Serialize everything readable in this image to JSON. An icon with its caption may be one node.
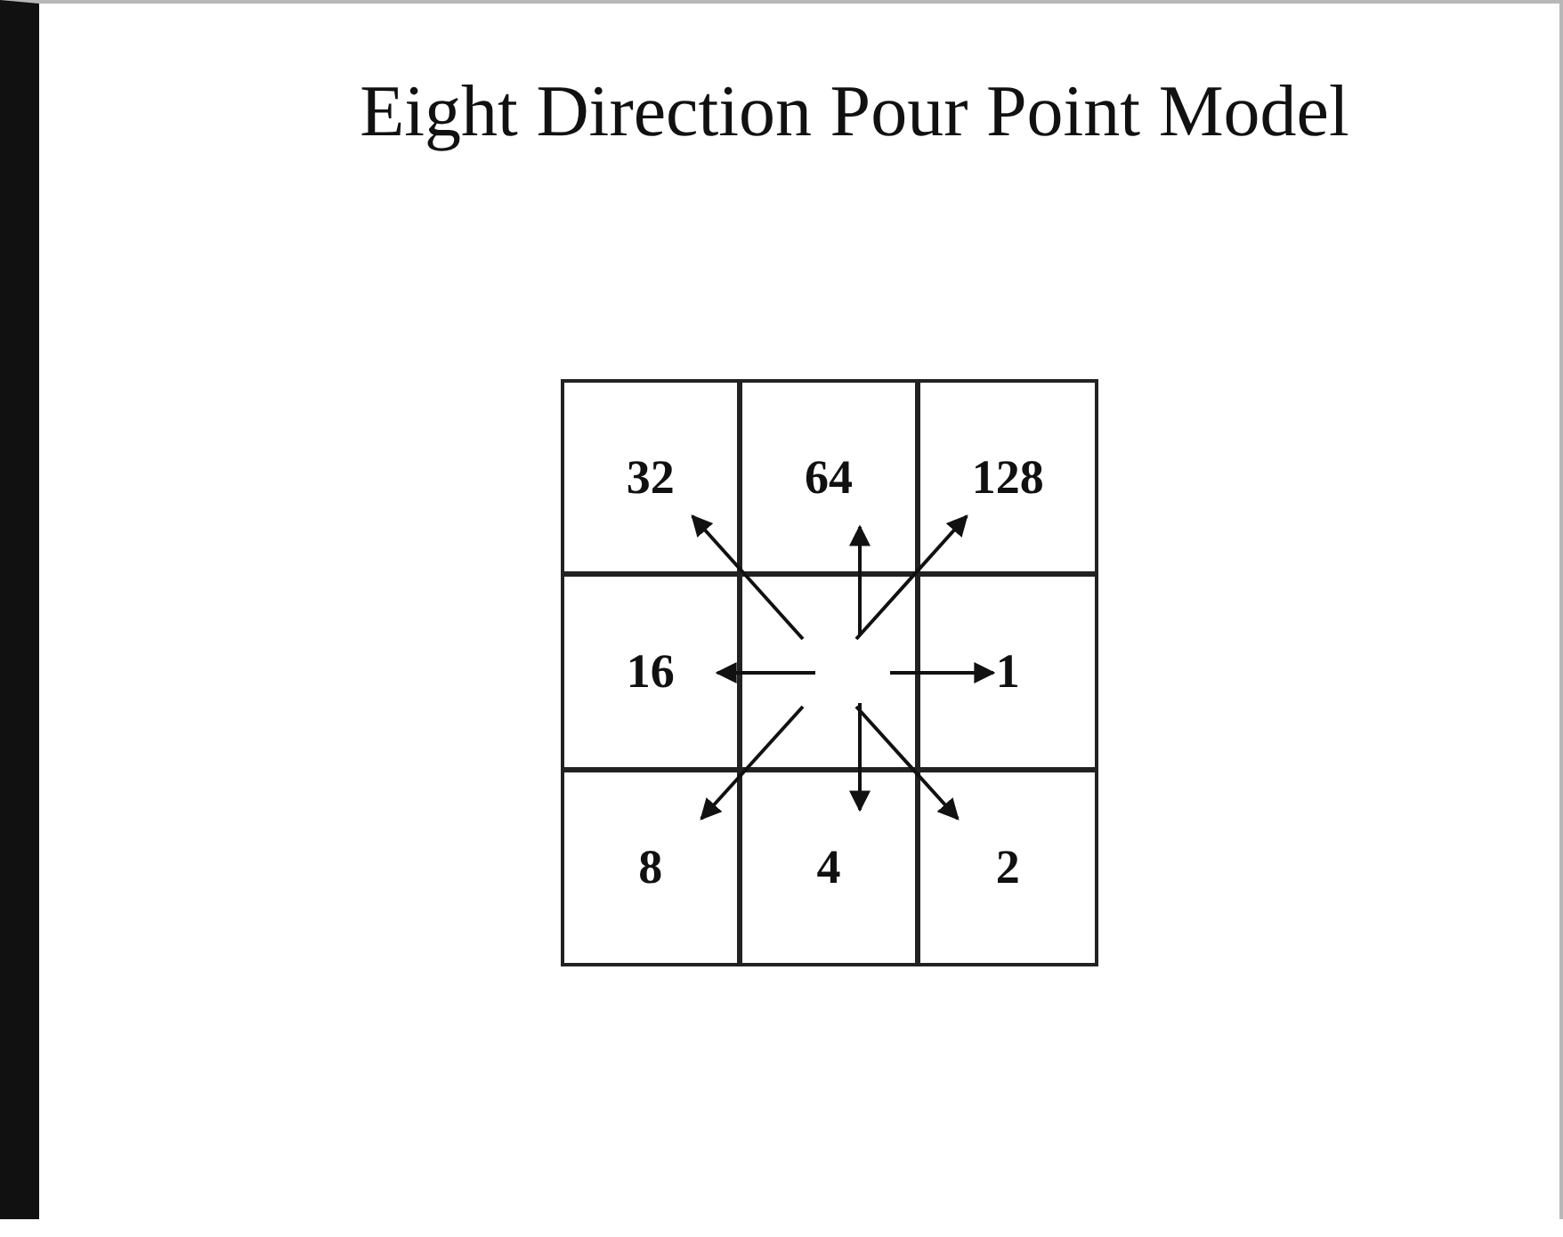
{
  "diagram": {
    "title": "Eight Direction Pour Point Model",
    "nodes": [
      {
        "text": [
          "32"
        ]
      },
      {
        "text": [
          "64"
        ]
      },
      {
        "text": [
          "128"
        ]
      },
      {
        "text": [
          "16"
        ]
      },
      {
        "text": [],
        "shape": "box"
      },
      {
        "text": [
          "1"
        ]
      },
      {
        "text": [
          "8"
        ]
      },
      {
        "text": [
          "4"
        ]
      },
      {
        "text": [
          "2"
        ]
      }
    ],
    "edges": [
      {
        "from": 4,
        "to": 0,
        "arrow": "to"
      },
      {
        "from": 4,
        "to": 1,
        "arrow": "to"
      },
      {
        "from": 4,
        "to": 2,
        "arrow": "to"
      },
      {
        "from": 4,
        "to": 3,
        "arrow": "to"
      },
      {
        "from": 4,
        "to": 5,
        "arrow": "to"
      },
      {
        "from": 4,
        "to": 6,
        "arrow": "to"
      },
      {
        "from": 4,
        "to": 7,
        "arrow": "to"
      },
      {
        "from": 4,
        "to": 8,
        "arrow": "to"
      }
    ]
  }
}
